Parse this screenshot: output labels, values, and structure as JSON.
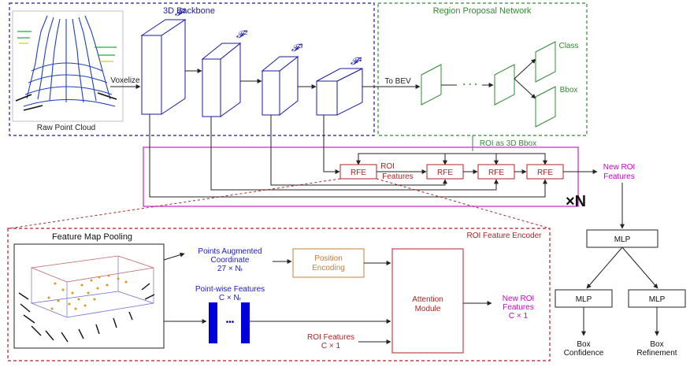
{
  "backbone": {
    "title": "3D Backbone",
    "input_label": "Raw Point Cloud",
    "voxelize_label": "Voxelize",
    "features": [
      "𝓕¹",
      "𝓕²",
      "𝓕³",
      "𝓕⁴"
    ]
  },
  "rpn": {
    "title": "Region Proposal Network",
    "to_bev_label": "To BEV",
    "class_label": "Class",
    "bbox_label": "Bbox",
    "ellipsis": "· · ·"
  },
  "refinement": {
    "roi_label": "ROI as 3D Bbox",
    "rfe_label": "RFE",
    "roi_features_line1": "ROI",
    "roi_features_line2": "Features",
    "repeat_label": "×N",
    "new_roi_line1": "New ROI",
    "new_roi_line2": "Features"
  },
  "encoder": {
    "title": "ROI Feature Encoder",
    "pooling_title": "Feature Map Pooling",
    "pts_aug_line1": "Points Augmented",
    "pts_aug_line2": "Coordinate",
    "pts_aug_line3": "27 × Nᵣ",
    "pos_enc_line1": "Position",
    "pos_enc_line2": "Encoding",
    "pointwise_line1": "Point-wise Features",
    "pointwise_line2": "C × Nᵣ",
    "dots": "•••",
    "roi_feat_line1": "ROI Features",
    "roi_feat_line2": "C × 1",
    "attention_line1": "Attention",
    "attention_line2": "Module",
    "new_roi_line1": "New ROI",
    "new_roi_line2": "Features",
    "new_roi_line3": "C × 1"
  },
  "head": {
    "mlp_top": "MLP",
    "mlp_left": "MLP",
    "mlp_right": "MLP",
    "conf_line1": "Box",
    "conf_line2": "Confidence",
    "refine_line1": "Box",
    "refine_line2": "Refinement"
  },
  "colors": {
    "backbone": "#1a1aa6",
    "rpn": "#2e8b2e",
    "encoder": "#b22222",
    "refine_box": "#cc33cc",
    "magenta_text": "#cc00cc",
    "position": "#c87f3a",
    "bars": "#0000dd"
  }
}
